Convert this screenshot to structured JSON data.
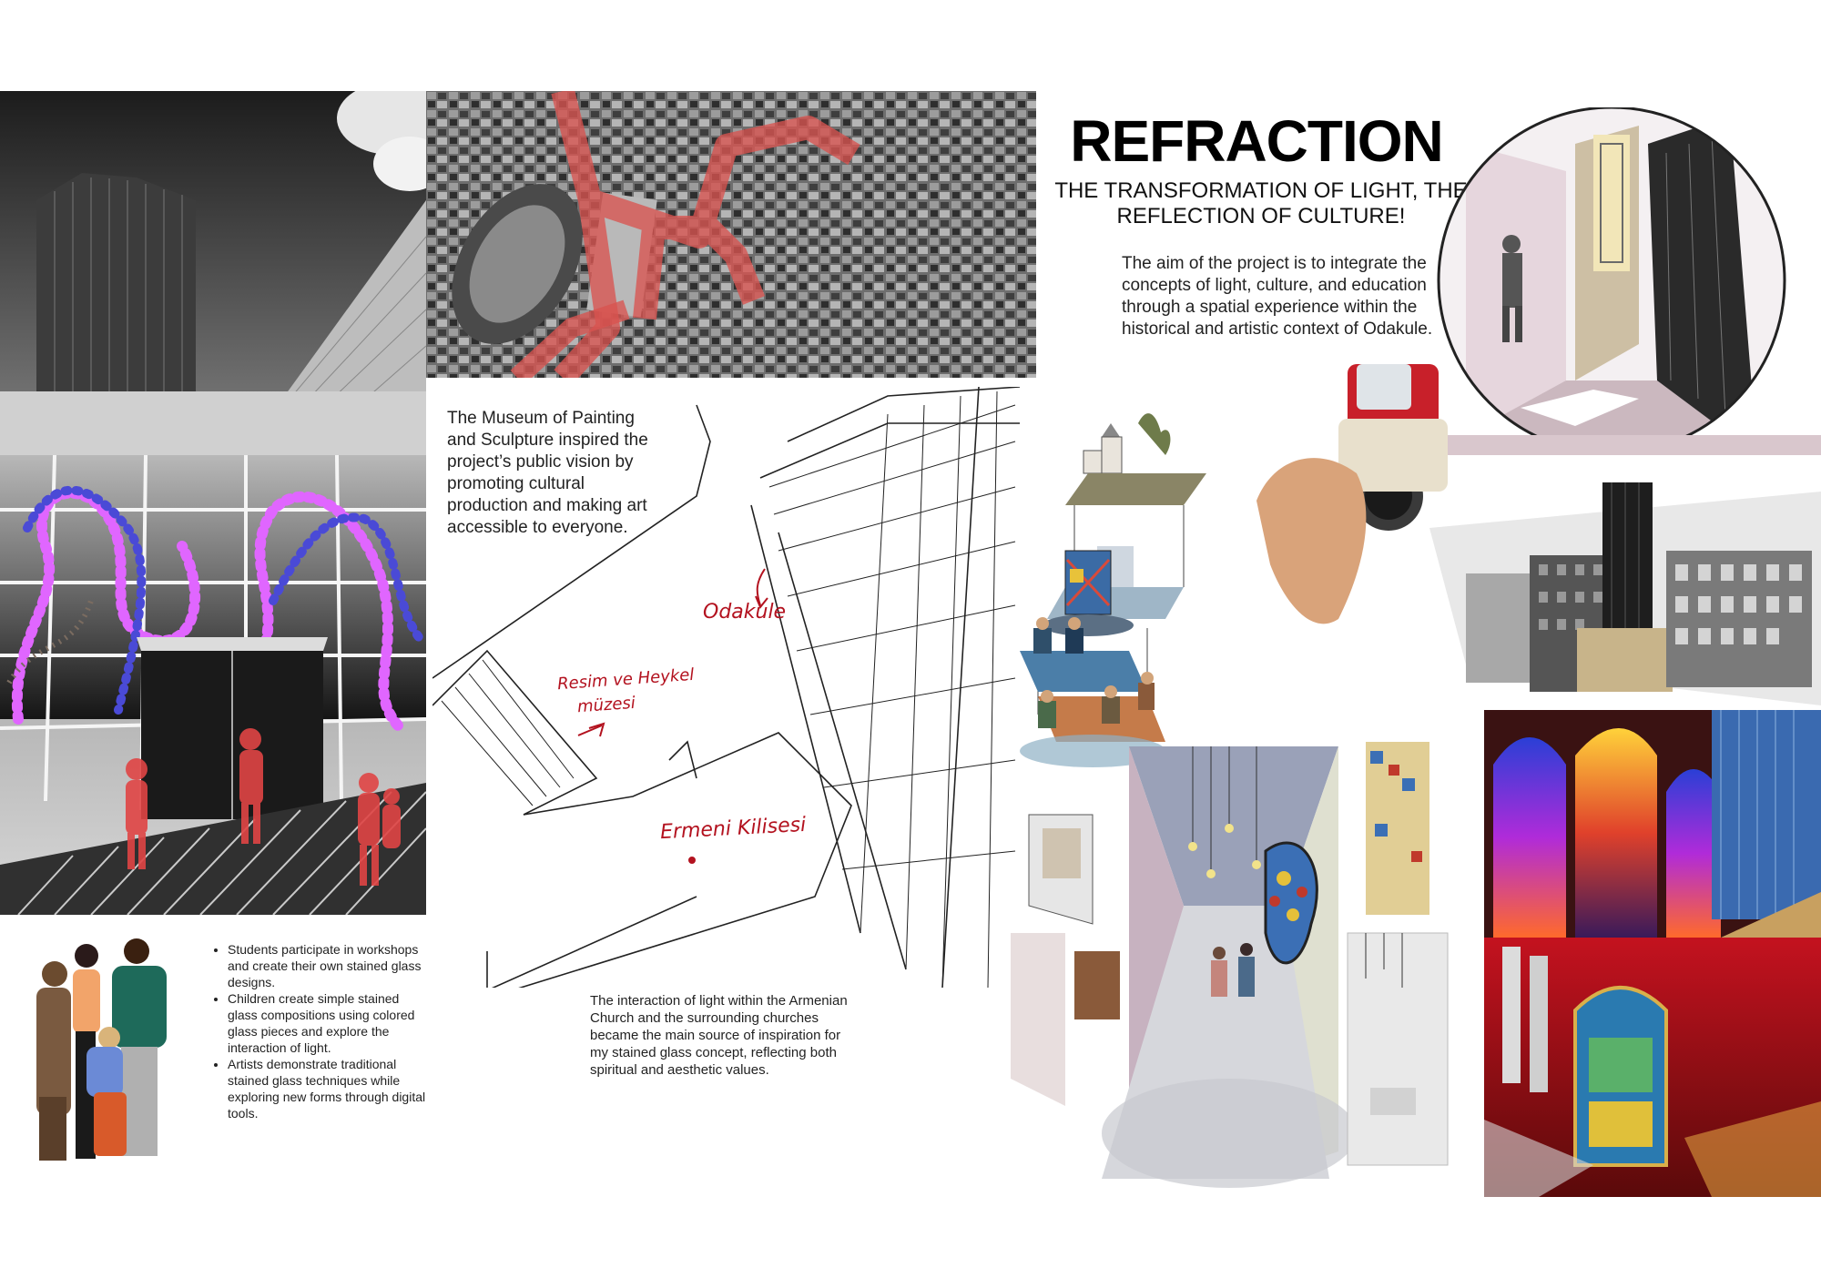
{
  "header": {
    "title": "REFRACTION",
    "subtitle": "THE TRANSFORMATION OF LIGHT, THE REFLECTION OF CULTURE!"
  },
  "aim_text": "The aim of the project is to integrate the concepts of light, culture, and education through a spatial experience within the historical and artistic context of Odakule.",
  "museum_text": "The Museum of Painting and Sculpture inspired the project’s public vision by promoting cultural production and making art accessible to everyone.",
  "sketch_labels": {
    "odakule": "Odakule",
    "museum_line1": "Resim ve Heykel",
    "museum_line2": "müzesi",
    "church": "Ermeni Kilisesi"
  },
  "bullets": [
    "Students participate in workshops and create their own stained glass designs.",
    "Children create simple stained glass compositions using colored glass pieces and explore the interaction of light.",
    "Artists demonstrate traditional stained glass techniques while exploring new forms through digital tools."
  ],
  "interaction_text": "The interaction of light within the Armenian Church and the surrounding churches became the main source of inspiration for my stained glass concept, reflecting both spiritual and aesthetic values.",
  "colors": {
    "accent_red": "#c0392b",
    "route_red": "#d9534f",
    "stained_pink": "#e066ff",
    "stained_blue": "#4a4ad6"
  }
}
